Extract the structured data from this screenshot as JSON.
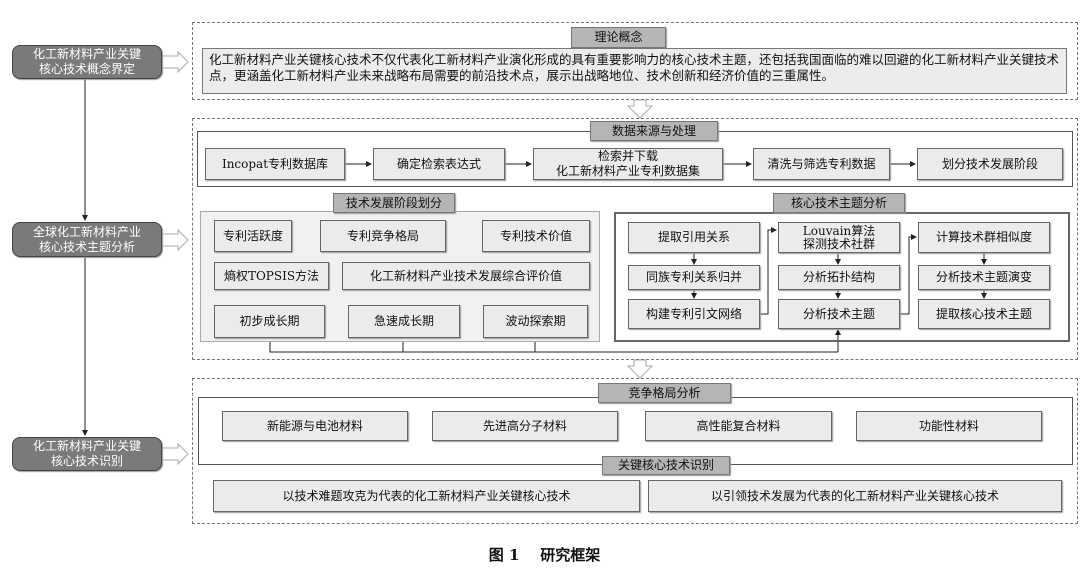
{
  "side": [
    "化工新材料产业关键\n核心技术概念界定",
    "全球化工新材料产业\n核心技术主题分析",
    "化工新材料产业关键\n核心技术识别"
  ],
  "s1": {
    "title": "理论概念",
    "text": "化工新材料产业关键核心技术不仅代表化工新材料产业演化形成的具有重要影响力的核心技术主题，还包括我国面临的难以回避的化工新材料产业关键技术点，更涵盖化工新材料产业未来战略布局需要的前沿技术点，展示出战略地位、技术创新和经济价值的三重属性。"
  },
  "s2": {
    "title": "数据来源与处理",
    "steps": [
      "Incopat专利数据库",
      "确定检索表达式",
      "检索并下载\n化工新材料产业专利数据集",
      "清洗与筛选专利数据",
      "划分技术发展阶段"
    ],
    "stage": {
      "title": "技术发展阶段划分",
      "row1": [
        "专利活跃度",
        "专利竞争格局",
        "专利技术价值"
      ],
      "method": "熵权TOPSIS方法",
      "value": "化工新材料产业技术发展综合评价值",
      "row3": [
        "初步成长期",
        "急速成长期",
        "波动探索期"
      ]
    },
    "core": {
      "title": "核心技术主题分析",
      "col1": [
        "提取引用关系",
        "同族专利关系归并",
        "构建专利引文网络"
      ],
      "col2": [
        "Louvain算法\n探测技术社群",
        "分析拓扑结构",
        "分析技术主题"
      ],
      "col3": [
        "计算技术群相似度",
        "分析技术主题演变",
        "提取核心技术主题"
      ]
    }
  },
  "s3": {
    "title": "竞争格局分析",
    "fields": [
      "新能源与电池材料",
      "先进高分子材料",
      "高性能复合材料",
      "功能性材料"
    ],
    "title2": "关键核心技术识别",
    "results": [
      "以技术难题攻克为代表的化工新材料产业关键核心技术",
      "以引领技术发展为代表的化工新材料产业关键核心技术"
    ]
  },
  "caption": "图 1    研究框架"
}
